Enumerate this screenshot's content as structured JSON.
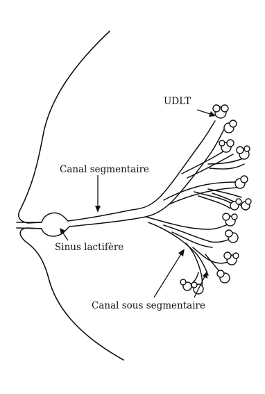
{
  "labels": {
    "udlt": "UDLT",
    "canal_segmentaire": "Canal segmentaire",
    "sinus_lactifere": "Sinus lactifère",
    "canal_sous_segmentaire": "Canal sous segmentaire"
  },
  "colors": {
    "stroke": "#111111",
    "background": "#ffffff"
  }
}
